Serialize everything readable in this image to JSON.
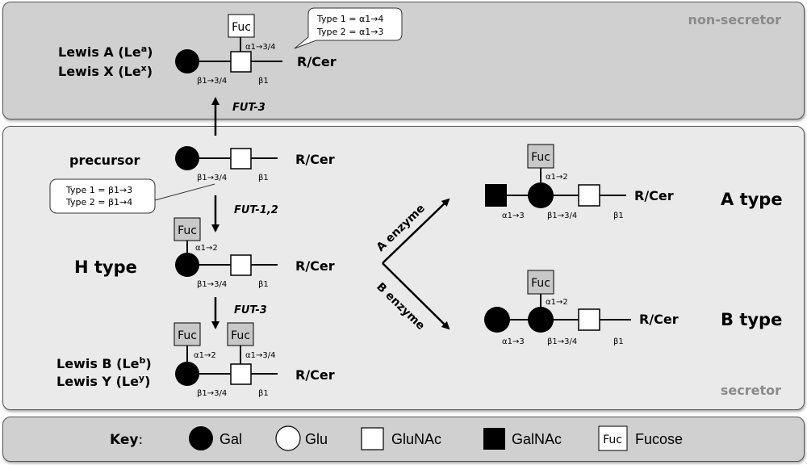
{
  "regions": {
    "non_secretor": "non-secretor",
    "secretor": "secretor"
  },
  "lewis_ax": {
    "line1": "Lewis A (Le",
    "sup1": "a",
    "line2": "Lewis X (Le",
    "sup2": "x",
    "close": ")",
    "fuc": "Fuc",
    "bond_fuc": "α1→3/4",
    "bond_gal": "β1→3/4",
    "bond_end": "β1",
    "aglycone": "R/Cer",
    "callout_line1": "Type 1 = α1→4",
    "callout_line2": "Type 2 = α1→3"
  },
  "fut3_top": "FUT-3",
  "precursor": {
    "label": "precursor",
    "bond_gal": "β1→3/4",
    "bond_end": "β1",
    "aglycone": "R/Cer",
    "callout_line1": "Type 1 = β1→3",
    "callout_line2": "Type 2 = β1→4"
  },
  "fut12": "FUT-1,2",
  "h_type": {
    "label": "H type",
    "fuc": "Fuc",
    "bond_fuc": "α1→2",
    "bond_gal": "β1→3/4",
    "bond_end": "β1",
    "aglycone": "R/Cer"
  },
  "fut3_bottom": "FUT-3",
  "lewis_by": {
    "line1": "Lewis B (Le",
    "sup1": "b",
    "line2": "Lewis Y (Le",
    "sup2": "y",
    "close": ")",
    "fuc1": "Fuc",
    "fuc2": "Fuc",
    "bond_fuc1": "α1→2",
    "bond_fuc2": "α1→3/4",
    "bond_gal": "β1→3/4",
    "bond_end": "β1",
    "aglycone": "R/Cer"
  },
  "a_enzyme": "A enzyme",
  "b_enzyme": "B enzyme",
  "a_type": {
    "label": "A type",
    "fuc": "Fuc",
    "bond_fuc": "α1→2",
    "bond_first": "α1→3",
    "bond_gal": "β1→3/4",
    "bond_end": "β1",
    "aglycone": "R/Cer"
  },
  "b_type": {
    "label": "B type",
    "fuc": "Fuc",
    "bond_fuc": "α1→2",
    "bond_first": "α1→3",
    "bond_gal": "β1→3/4",
    "bond_end": "β1",
    "aglycone": "R/Cer"
  },
  "key": {
    "title": "Key",
    "colon": ":",
    "gal": "Gal",
    "glu": "Glu",
    "glunac": "GluNAc",
    "galnac": "GalNAc",
    "fuc_symbol": "Fuc",
    "fucose": "Fucose"
  },
  "colors": {
    "panel_dark": "#d0d0d0",
    "panel_light": "#eaeaea",
    "fucose_fill": "#c8c8c8",
    "region_label": "#8a8a8a"
  }
}
